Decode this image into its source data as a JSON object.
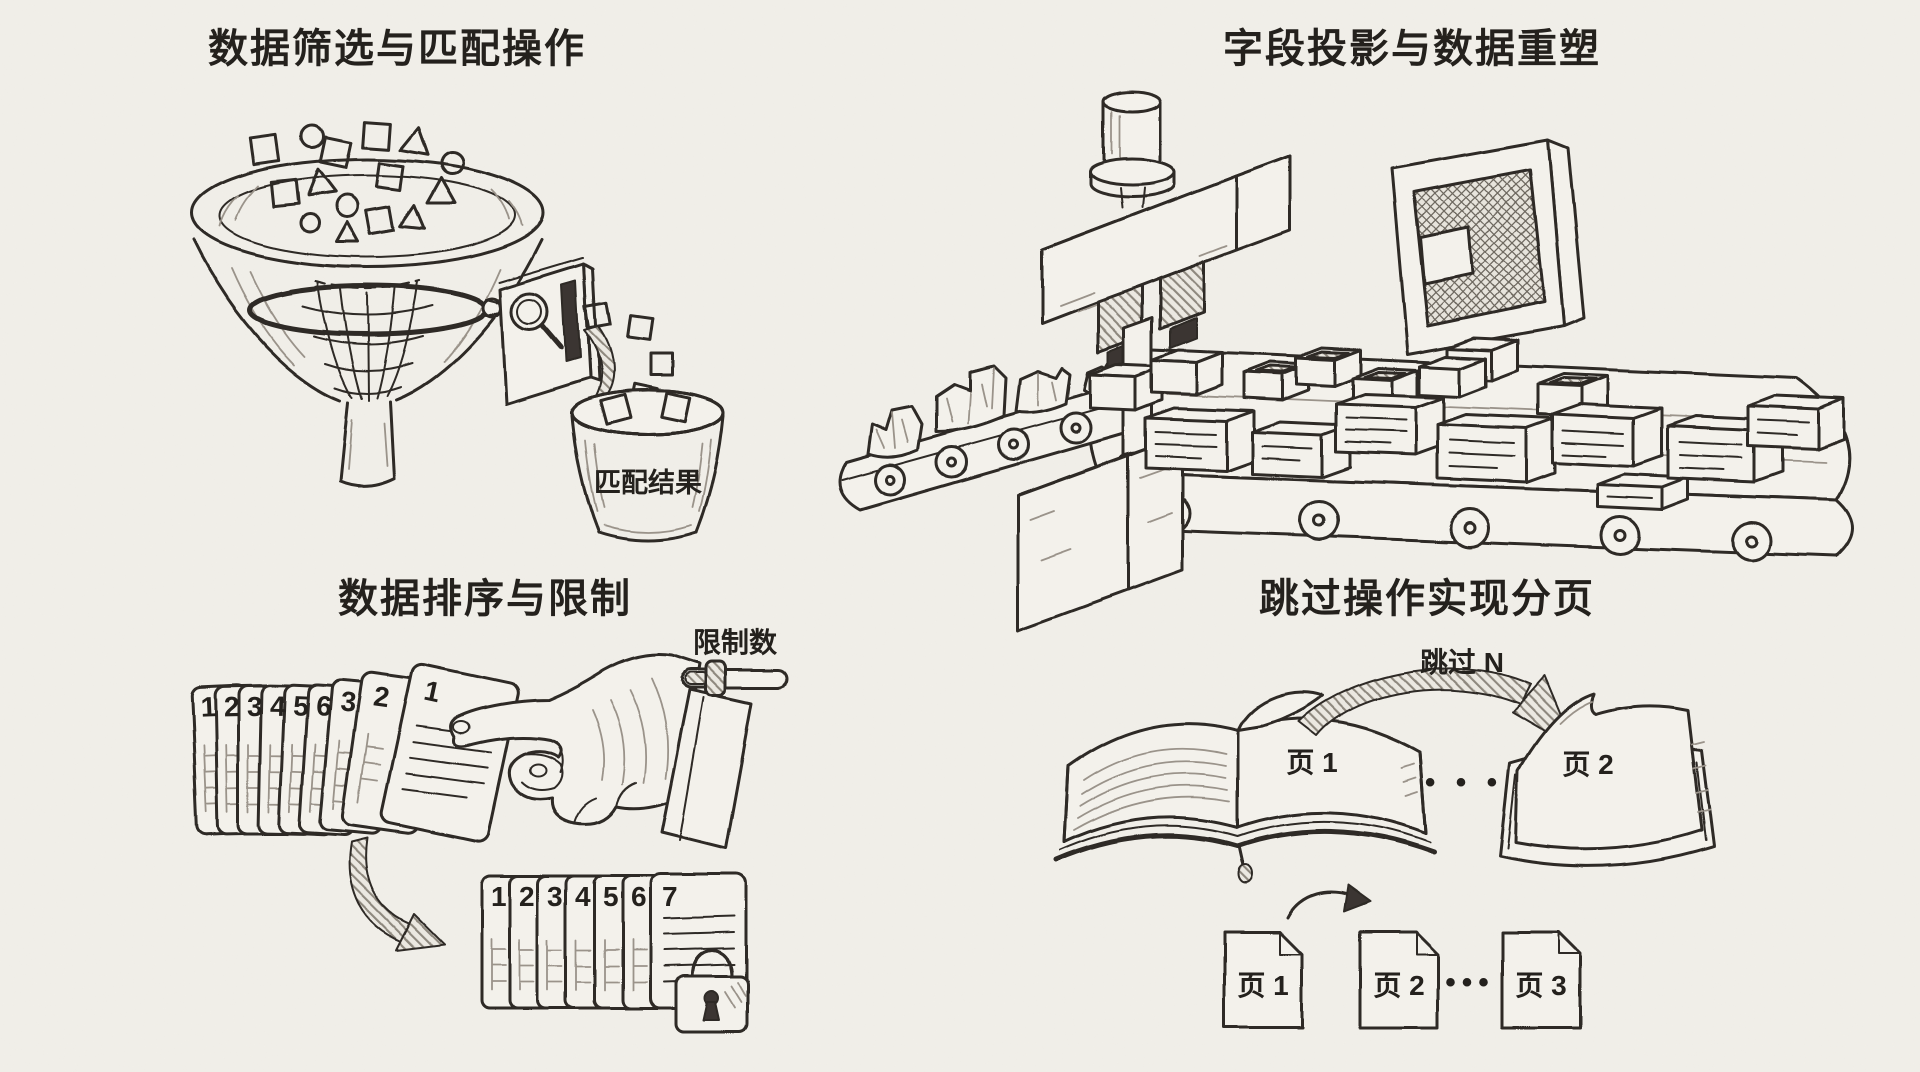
{
  "colors": {
    "paper": "#f1efe9",
    "ink": "#2d2925",
    "pencil": "#9a938a"
  },
  "panels": {
    "filter_match": {
      "title": "数据筛选与匹配操作",
      "bucket_label": "匹配结果"
    },
    "projection": {
      "title": "字段投影与数据重塑"
    },
    "sort_limit": {
      "title": "数据排序与限制",
      "limit_label": "限制数",
      "fan_cards": [
        "1",
        "2",
        "3",
        "4",
        "5",
        "6",
        "3",
        "2",
        "1"
      ],
      "sorted_cards": [
        "1",
        "2",
        "3",
        "4",
        "5",
        "6",
        "7"
      ]
    },
    "pagination": {
      "title": "跳过操作实现分页",
      "skip_label": "跳过 N",
      "book_page": "页 1",
      "flipped_page": "页 2",
      "ellipsis": "• • •",
      "docs": [
        "页 1",
        "页 2",
        "页 3"
      ],
      "docs_ellipsis": "•••"
    }
  }
}
